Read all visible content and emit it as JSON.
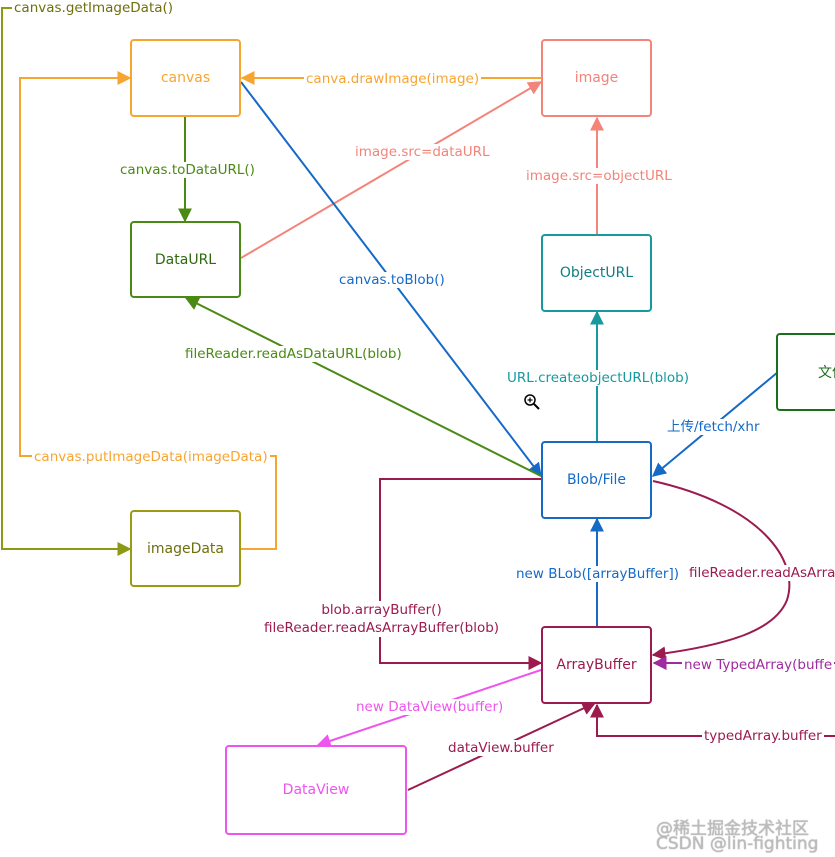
{
  "colors": {
    "canvas": "#f7a531",
    "image": "#f2847a",
    "dataurl": "#4a8a14",
    "objecturl": "#17999e",
    "blob": "#1569c7",
    "file": "#1b6e1b",
    "imagedata": "#9a9a13",
    "arraybuffer": "#9c1b4f",
    "dataview": "#ee55ee",
    "typedarray": "#a02aa0",
    "olive": "#8b9a12"
  },
  "nodes": {
    "canvas": "canvas",
    "image": "image",
    "dataurl": "DataURL",
    "objecturl": "ObjectURL",
    "blobfile": "Blob/File",
    "file": "文件",
    "imagedata": "imageData",
    "arraybuffer": "ArrayBuffer",
    "dataview": "DataView"
  },
  "edges": {
    "get_image_data": "canvas.getImageData()",
    "draw_image": "canva.drawImage(image)",
    "to_data_url": "canvas.toDataURL()",
    "src_data_url": "image.src=dataURL",
    "src_object_url": "image.src=objectURL",
    "to_blob": "canvas.toBlob()",
    "read_as_data_url": "fileReader.readAsDataURL(blob)",
    "create_object_url": "URL.createobjectURL(blob)",
    "upload": "上传/fetch/xhr",
    "put_image_data": "canvas.putImageData(imageData)",
    "new_blob": "new BLob([arrayBuffer])",
    "read_as_array": "fileReader.readAsArra",
    "blob_array_buffer_1": "blob.arrayBuffer()",
    "blob_array_buffer_2": "fileReader.readAsArrayBuffer(blob)",
    "new_typed_array": "new TypedArray(buffe",
    "new_data_view": "new DataView(buffer)",
    "data_view_buffer": "dataView.buffer",
    "typed_array_buffer": "typedArray.buffer"
  },
  "watermark": {
    "line1": "@稀土掘金技术社区",
    "line2": "CSDN @lin-fighting"
  },
  "cursor_icon": "zoom-in-icon"
}
